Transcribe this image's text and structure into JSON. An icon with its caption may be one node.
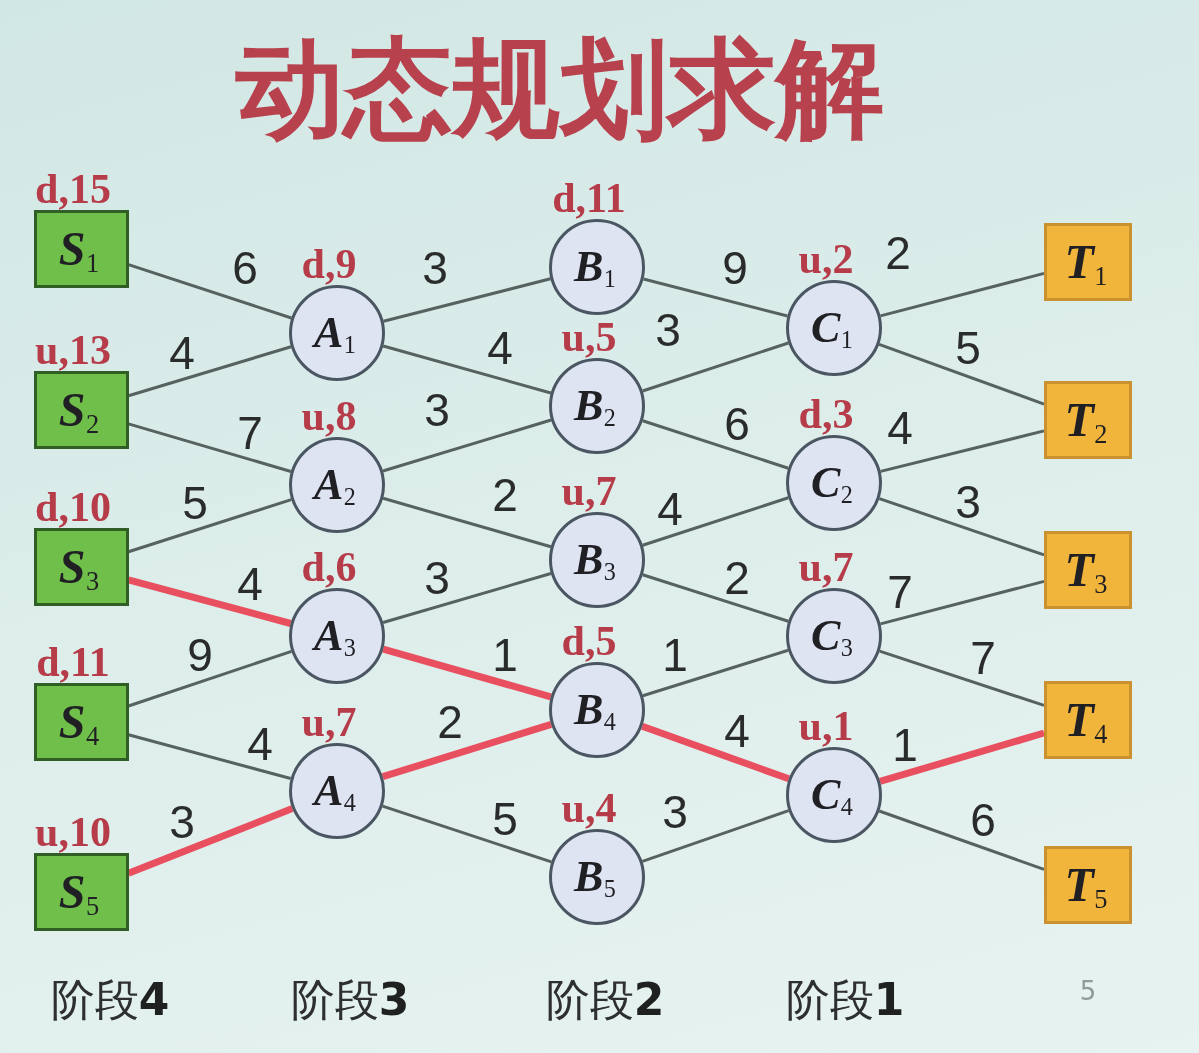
{
  "diagram": {
    "title": "动态规划求解",
    "nodes": [
      {
        "text": [
          "S$_{1}$"
        ],
        "beside": [
          "d,15"
        ]
      },
      {
        "text": [
          "S$_{2}$"
        ],
        "beside": [
          "u,13"
        ]
      },
      {
        "text": [
          "S$_{3}$"
        ],
        "beside": [
          "d,10"
        ]
      },
      {
        "text": [
          "S$_{4}$"
        ],
        "beside": [
          "d,11"
        ]
      },
      {
        "text": [
          "S$_{5}$"
        ],
        "beside": [
          "u,10"
        ]
      },
      {
        "text": [
          "A$_{1}$"
        ],
        "beside": [
          "d,9"
        ]
      },
      {
        "text": [
          "A$_{2}$"
        ],
        "beside": [
          "u,8"
        ]
      },
      {
        "text": [
          "A$_{3}$"
        ],
        "beside": [
          "d,6"
        ]
      },
      {
        "text": [
          "A$_{4}$"
        ],
        "beside": [
          "u,7"
        ]
      },
      {
        "text": [
          "B$_{1}$"
        ],
        "beside": [
          "d,11"
        ]
      },
      {
        "text": [
          "B$_{2}$"
        ],
        "beside": [
          "u,5"
        ]
      },
      {
        "text": [
          "B$_{3}$"
        ],
        "beside": [
          "u,7"
        ]
      },
      {
        "text": [
          "B$_{4}$"
        ],
        "beside": [
          "d,5"
        ]
      },
      {
        "text": [
          "B$_{5}$"
        ],
        "beside": [
          "u,4"
        ]
      },
      {
        "text": [
          "C$_{1}$"
        ],
        "beside": [
          "u,2"
        ]
      },
      {
        "text": [
          "C$_{2}$"
        ],
        "beside": [
          "d,3"
        ]
      },
      {
        "text": [
          "C$_{3}$"
        ],
        "beside": [
          "u,7"
        ]
      },
      {
        "text": [
          "C$_{4}$"
        ],
        "beside": [
          "u,1"
        ]
      },
      {
        "text": [
          "T$_{1}$"
        ]
      },
      {
        "text": [
          "T$_{2}$"
        ]
      },
      {
        "text": [
          "T$_{3}$"
        ]
      },
      {
        "text": [
          "T$_{4}$"
        ]
      },
      {
        "text": [
          "T$_{5}$"
        ]
      }
    ],
    "edges": [
      {
        "from": 0,
        "to": 5,
        "label": "6",
        "arrow": "none"
      },
      {
        "from": 1,
        "to": 5,
        "label": "4",
        "arrow": "none"
      },
      {
        "from": 1,
        "to": 6,
        "label": "7",
        "arrow": "none"
      },
      {
        "from": 2,
        "to": 6,
        "label": "5",
        "arrow": "none"
      },
      {
        "from": 2,
        "to": 7,
        "label": "4",
        "arrow": "none",
        "style": "thick",
        "color": "#e8505f"
      },
      {
        "from": 3,
        "to": 7,
        "label": "9",
        "arrow": "none"
      },
      {
        "from": 3,
        "to": 8,
        "label": "4",
        "arrow": "none"
      },
      {
        "from": 4,
        "to": 8,
        "label": "3",
        "arrow": "none",
        "style": "thick",
        "color": "#e8505f"
      },
      {
        "from": 5,
        "to": 9,
        "label": "3",
        "arrow": "none"
      },
      {
        "from": 5,
        "to": 10,
        "label": "4",
        "arrow": "none"
      },
      {
        "from": 6,
        "to": 10,
        "label": "3",
        "arrow": "none"
      },
      {
        "from": 6,
        "to": 11,
        "label": "2",
        "arrow": "none"
      },
      {
        "from": 7,
        "to": 11,
        "label": "3",
        "arrow": "none"
      },
      {
        "from": 7,
        "to": 12,
        "label": "1",
        "arrow": "none",
        "style": "thick",
        "color": "#e8505f"
      },
      {
        "from": 8,
        "to": 12,
        "label": "2",
        "arrow": "none",
        "style": "thick",
        "color": "#e8505f"
      },
      {
        "from": 8,
        "to": 13,
        "label": "5",
        "arrow": "none"
      },
      {
        "from": 9,
        "to": 14,
        "label": "9",
        "arrow": "none"
      },
      {
        "from": 10,
        "to": 14,
        "label": "3",
        "arrow": "none"
      },
      {
        "from": 10,
        "to": 15,
        "label": "6",
        "arrow": "none"
      },
      {
        "from": 11,
        "to": 15,
        "label": "4",
        "arrow": "none"
      },
      {
        "from": 11,
        "to": 16,
        "label": "2",
        "arrow": "none"
      },
      {
        "from": 12,
        "to": 16,
        "label": "1",
        "arrow": "none"
      },
      {
        "from": 12,
        "to": 17,
        "label": "4",
        "arrow": "none",
        "style": "thick",
        "color": "#e8505f"
      },
      {
        "from": 13,
        "to": 17,
        "label": "3",
        "arrow": "none"
      },
      {
        "from": 14,
        "to": 18,
        "label": "2",
        "arrow": "none"
      },
      {
        "from": 14,
        "to": 19,
        "label": "5",
        "arrow": "none"
      },
      {
        "from": 15,
        "to": 19,
        "label": "4",
        "arrow": "none"
      },
      {
        "from": 15,
        "to": 20,
        "label": "3",
        "arrow": "none"
      },
      {
        "from": 16,
        "to": 20,
        "label": "7",
        "arrow": "none"
      },
      {
        "from": 16,
        "to": 21,
        "label": "7",
        "arrow": "none"
      },
      {
        "from": 17,
        "to": 21,
        "label": "1",
        "arrow": "none",
        "style": "thick",
        "color": "#e8505f"
      },
      {
        "from": 17,
        "to": 22,
        "label": "6",
        "arrow": "none"
      }
    ],
    "labels": [
      "阶段**4**",
      "阶段**3**",
      "阶段**2**",
      "阶段**1**",
      "5"
    ]
  }
}
